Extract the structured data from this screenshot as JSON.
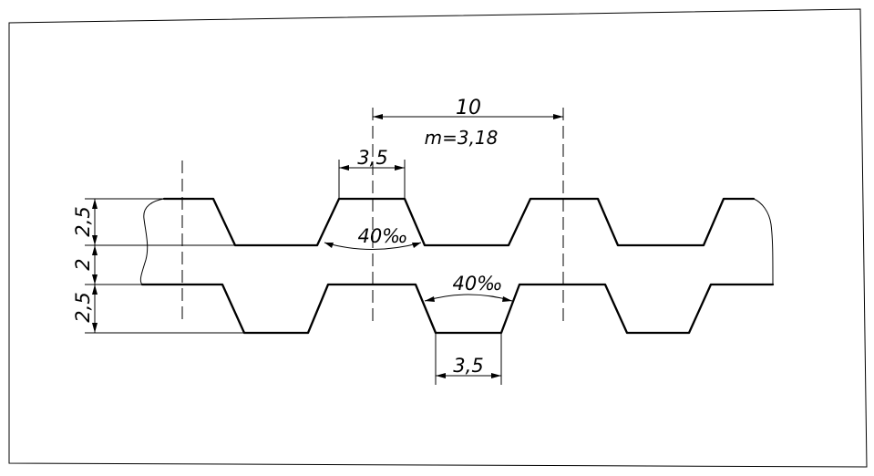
{
  "dimensions": {
    "pitch": "10",
    "pitch_note": "m=3,18",
    "top_flange_width": "3,5",
    "bottom_flange_width": "3,5",
    "upper_angle": "40‰",
    "lower_angle": "40‰",
    "rib_height_upper": "2,5",
    "gap": "2",
    "rib_height_lower": "2,5"
  }
}
